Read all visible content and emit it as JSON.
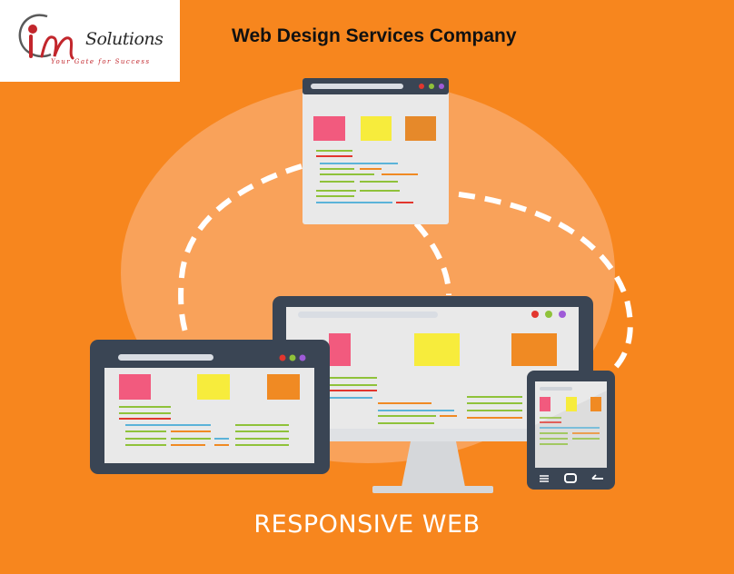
{
  "logo": {
    "name": "Solutions",
    "tagline": "Your Gate for Success"
  },
  "page": {
    "title": "Web Design Services Company",
    "footer": "RESPONSIVE WEB"
  },
  "colors": {
    "background": "#f7861e",
    "blob": "#f9a25a",
    "device_frame": "#3a4554",
    "screen": "#ececec",
    "pink": "#f25a7e",
    "yellow": "#f7ec3c",
    "orange": "#f08a23",
    "green_line": "#8fc23a",
    "red_line": "#e2362e",
    "blue_line": "#5bb3d9"
  },
  "icons": [
    "logo-mark-icon",
    "window-dots-icon",
    "phone-menu-icon",
    "phone-home-icon",
    "phone-back-icon"
  ]
}
